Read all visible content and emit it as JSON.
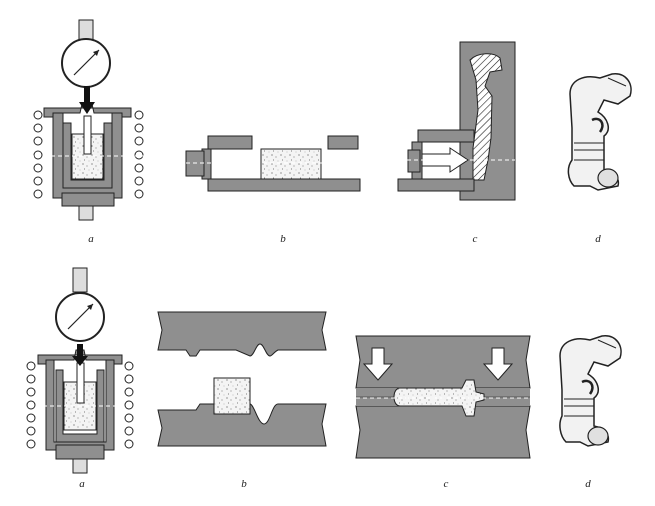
{
  "top_row": {
    "labels": {
      "a": "a",
      "b": "b",
      "c": "c",
      "d": "d"
    }
  },
  "bottom_row": {
    "labels": {
      "a": "a",
      "b": "b",
      "c": "c",
      "d": "d"
    }
  },
  "colors": {
    "metal": "#8f8f8f",
    "metal_dark": "#6e6e6e",
    "outline": "#1a1a1a",
    "billet": "#f4f4f4",
    "coil": "#ffffff"
  }
}
